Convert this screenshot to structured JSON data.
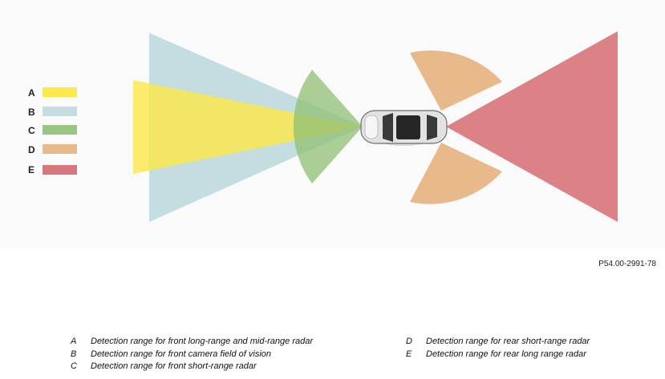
{
  "legend": [
    {
      "letter": "A",
      "color": "#fde84a"
    },
    {
      "letter": "B",
      "color": "#c3dde0"
    },
    {
      "letter": "C",
      "color": "#9bc582"
    },
    {
      "letter": "D",
      "color": "#e8b98b"
    },
    {
      "letter": "E",
      "color": "#d9767c"
    }
  ],
  "reference_code": "P54.00-2991-78",
  "captions": [
    {
      "letter": "A",
      "text": "Detection range for front long-range and mid-range radar"
    },
    {
      "letter": "B",
      "text": "Detection range for front camera field of vision"
    },
    {
      "letter": "C",
      "text": "Detection range for front short-range radar"
    },
    {
      "letter": "D",
      "text": "Detection range for rear short-range radar"
    },
    {
      "letter": "E",
      "text": "Detection range for rear long range radar"
    }
  ]
}
